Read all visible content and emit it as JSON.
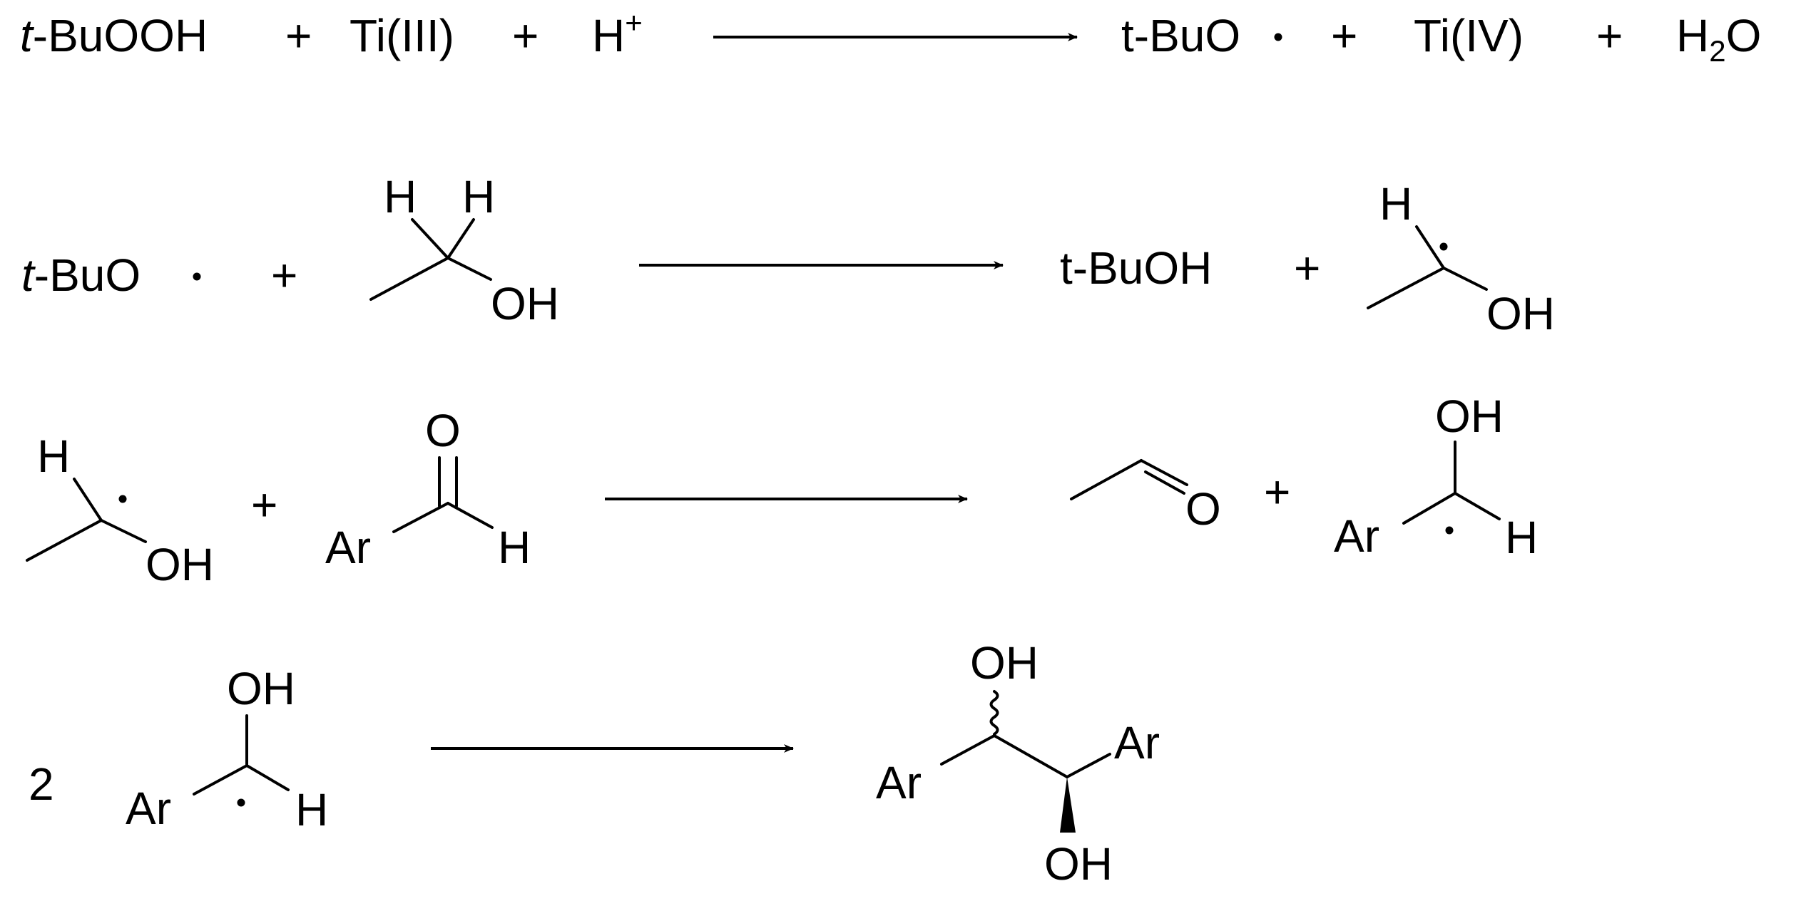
{
  "reactions": [
    {
      "reactants": {
        "tBuOOH": {
          "prefix": "t",
          "rest": "-BuOOH"
        },
        "plus1": "+",
        "TiIII": "Ti(III)",
        "plus2": "+",
        "H": "H",
        "H_charge": "+"
      },
      "products": {
        "tBuO": "t-BuO",
        "plus1": "+",
        "TiIV": "Ti(IV)",
        "plus2": "+",
        "water": {
          "H": "H",
          "sub": "2",
          "O": "O"
        }
      }
    },
    {
      "reactants": {
        "tBuO": {
          "prefix": "t",
          "rest": "-BuO"
        },
        "plus": "+",
        "ethanol": {
          "H1": "H",
          "H2": "H",
          "OH": "OH"
        }
      },
      "products": {
        "tBuOH": "t-BuOH",
        "plus": "+",
        "radical": {
          "H": "H",
          "OH": "OH"
        }
      }
    },
    {
      "reactants": {
        "radical": {
          "H": "H",
          "OH": "OH"
        },
        "plus": "+",
        "aldehyde": {
          "O": "O",
          "Ar": "Ar",
          "H": "H"
        }
      },
      "products": {
        "acetaldehyde": {
          "O": "O"
        },
        "plus": "+",
        "ketyl": {
          "OH": "OH",
          "Ar": "Ar",
          "H": "H"
        }
      }
    },
    {
      "reactants": {
        "coefficient": "2",
        "ketyl": {
          "OH": "OH",
          "Ar": "Ar",
          "H": "H"
        }
      },
      "products": {
        "diol": {
          "OH_top": "OH",
          "Ar_left": "Ar",
          "Ar_right": "Ar",
          "OH_bottom": "OH"
        }
      }
    }
  ],
  "colors": {
    "ink": "#000000",
    "background": "#ffffff"
  }
}
